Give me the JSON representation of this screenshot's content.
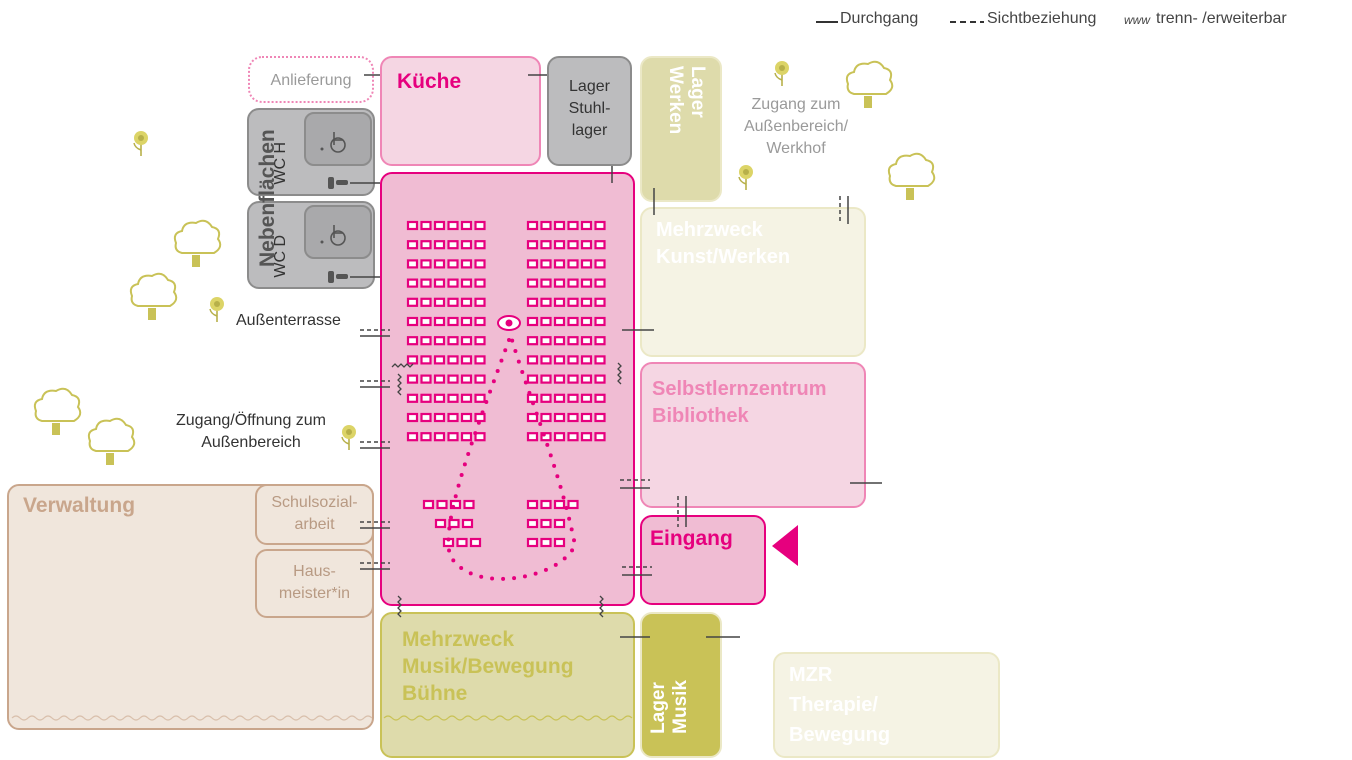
{
  "legend": {
    "solid": "Durchgang",
    "dashed": "Sichtbeziehung",
    "zigzag_symbol": "www",
    "zigzag": "trenn- /erweiterbar"
  },
  "rooms": {
    "kueche": "Küche",
    "anlieferung": "Anlieferung",
    "lager_stuhllager": "Lager\nStuhl-\nlager",
    "lager_werken": "Lager\nWerken",
    "nebenflaechen": "Nebenflächen",
    "wc_h": "WC H",
    "wc_d": "WC D",
    "mehrzweck_kunst": "Mehrzweck\nKunst/Werken",
    "selbstlernzentrum": "Selbstlernzentrum\nBibliothek",
    "eingang": "Eingang",
    "verwaltung": "Verwaltung",
    "schulsozialarbeit": "Schulsozial-\narbeit",
    "hausmeister": "Haus-\nmeister*in",
    "mehrzweck_musik": "Mehrzweck\nMusik/Bewegung\nBühne",
    "lager_musik": "Lager\nMusik",
    "mzr_therapie": "MZR\nTherapie/\nBewegung"
  },
  "annotations": {
    "zugang_werkhof": "Zugang zum\nAußenbereich/\nWerkhof",
    "aussenterrasse": "Außenterrasse",
    "zugang_oeffnung": "Zugang/Öffnung zum\nAußenbereich"
  },
  "colors": {
    "magenta": "#e6007e",
    "pink": "#ef86b6",
    "pink_fill": "#f5d6e3",
    "main_fill": "#f0bcd3",
    "grey": "#8c8c8c",
    "grey_fill": "#bcbcbe",
    "olive": "#c9c257",
    "olive_light": "#ebe8c6",
    "olive_fill": "#dedbab",
    "beige": "#c9a68c",
    "beige_fill": "#f0e6dc"
  }
}
